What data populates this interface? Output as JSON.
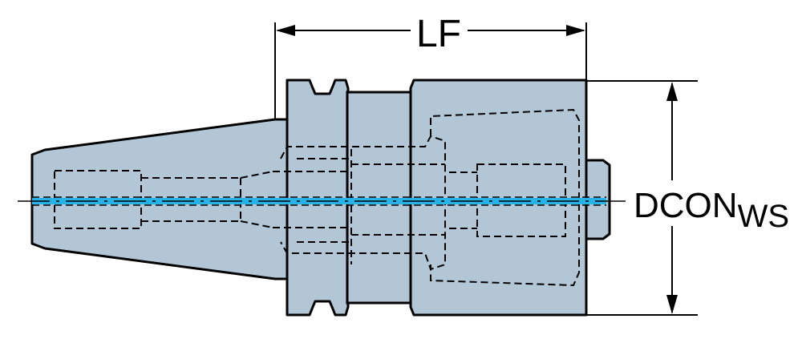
{
  "labels": {
    "length_label": "LF",
    "diameter_label": "DCON",
    "diameter_subscript": "WS"
  },
  "colors": {
    "body_fill": "#b2c6d6",
    "outline": "#000000",
    "coolant_channel": "#27b3e8"
  }
}
